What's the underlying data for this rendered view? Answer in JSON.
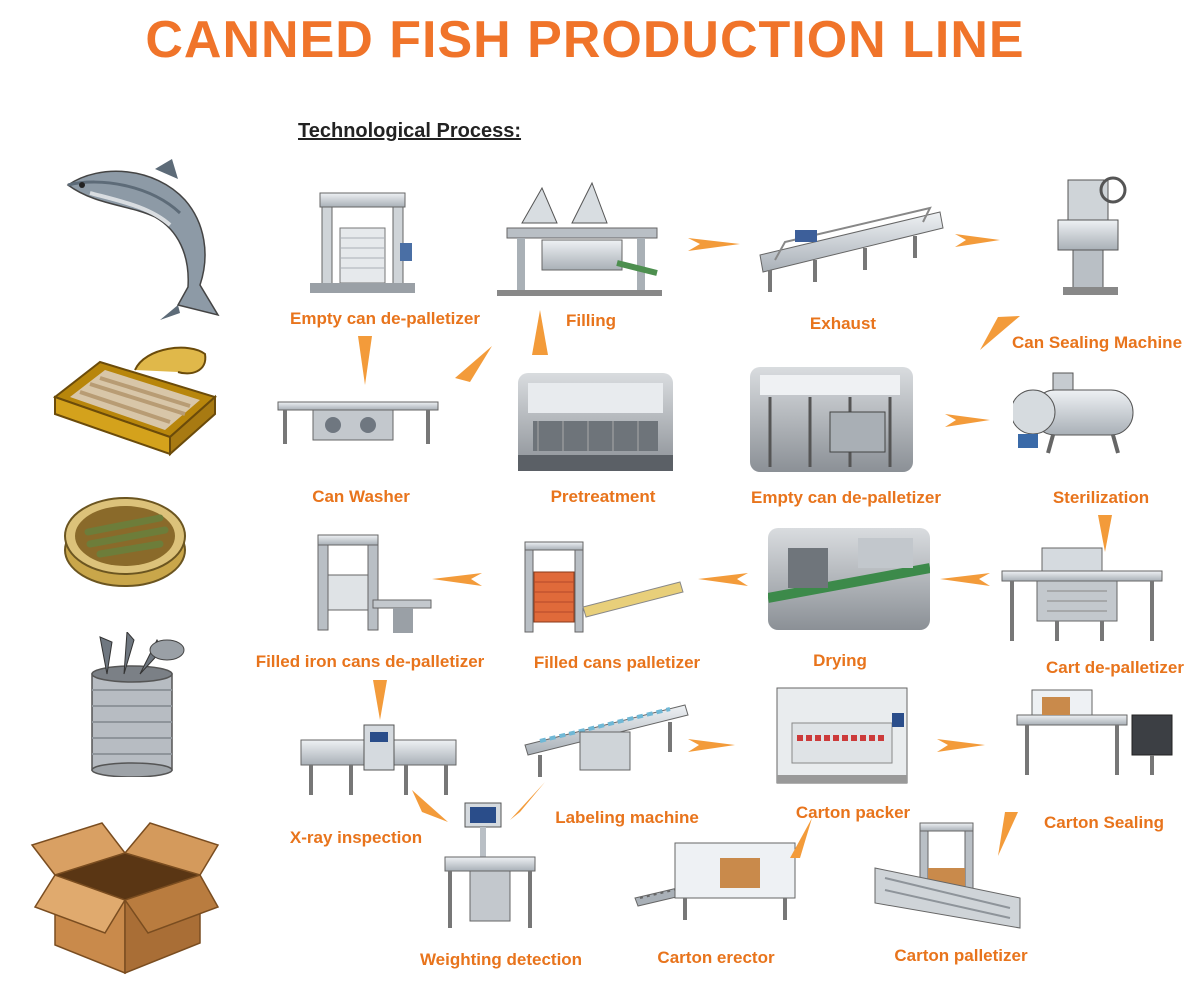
{
  "header": {
    "title": "CANNED FISH PRODUCTION LINE",
    "subtitle": "Technological Process:"
  },
  "colors": {
    "accent": "#f0742a",
    "arrow": "#f39b3a",
    "label": "#e8741c",
    "metal": "#c9ced4",
    "cardboard": "#c98a4b"
  },
  "steps": [
    {
      "id": "empty-can-depalletizer-1",
      "label": "Empty can de-palletizer",
      "icon": "depalletizer-machine"
    },
    {
      "id": "filling",
      "label": "Filling",
      "icon": "filling-machine"
    },
    {
      "id": "exhaust",
      "label": "Exhaust",
      "icon": "exhaust-conveyor"
    },
    {
      "id": "can-sealing",
      "label": "Can Sealing Machine",
      "icon": "sealing-machine"
    },
    {
      "id": "can-washer",
      "label": "Can Washer",
      "icon": "washer-conveyor"
    },
    {
      "id": "pretreatment",
      "label": "Pretreatment",
      "icon": "factory-photo"
    },
    {
      "id": "empty-can-depalletizer-2",
      "label": "Empty can de-palletizer",
      "icon": "factory-photo"
    },
    {
      "id": "sterilization",
      "label": "Sterilization",
      "icon": "retort-vessel"
    },
    {
      "id": "filled-iron-cans-depalletizer",
      "label": "Filled iron cans de-palletizer",
      "icon": "palletizer-frame"
    },
    {
      "id": "filled-cans-palletizer",
      "label": "Filled cans palletizer",
      "icon": "palletizer-frame"
    },
    {
      "id": "drying",
      "label": "Drying",
      "icon": "drying-photo"
    },
    {
      "id": "cart-depalletizer",
      "label": "Cart de-palletizer",
      "icon": "cart-machine"
    },
    {
      "id": "xray-inspection",
      "label": "X-ray inspection",
      "icon": "xray-machine"
    },
    {
      "id": "labeling-machine",
      "label": "Labeling machine",
      "icon": "labeling-conveyor"
    },
    {
      "id": "carton-packer",
      "label": "Carton packer",
      "icon": "packer-machine"
    },
    {
      "id": "carton-sealing",
      "label": "Carton Sealing",
      "icon": "sealing-table"
    },
    {
      "id": "weighting-detection",
      "label": "Weighting detection",
      "icon": "checkweigher"
    },
    {
      "id": "carton-erector",
      "label": "Carton erector",
      "icon": "erector-conveyor"
    },
    {
      "id": "carton-palletizer",
      "label": "Carton palletizer",
      "icon": "palletizer-frame"
    }
  ],
  "side_images": [
    "salmon-fish-icon",
    "open-sardine-tin-icon",
    "round-fish-can-icon",
    "cylindrical-fish-can-icon",
    "cardboard-box-icon"
  ]
}
